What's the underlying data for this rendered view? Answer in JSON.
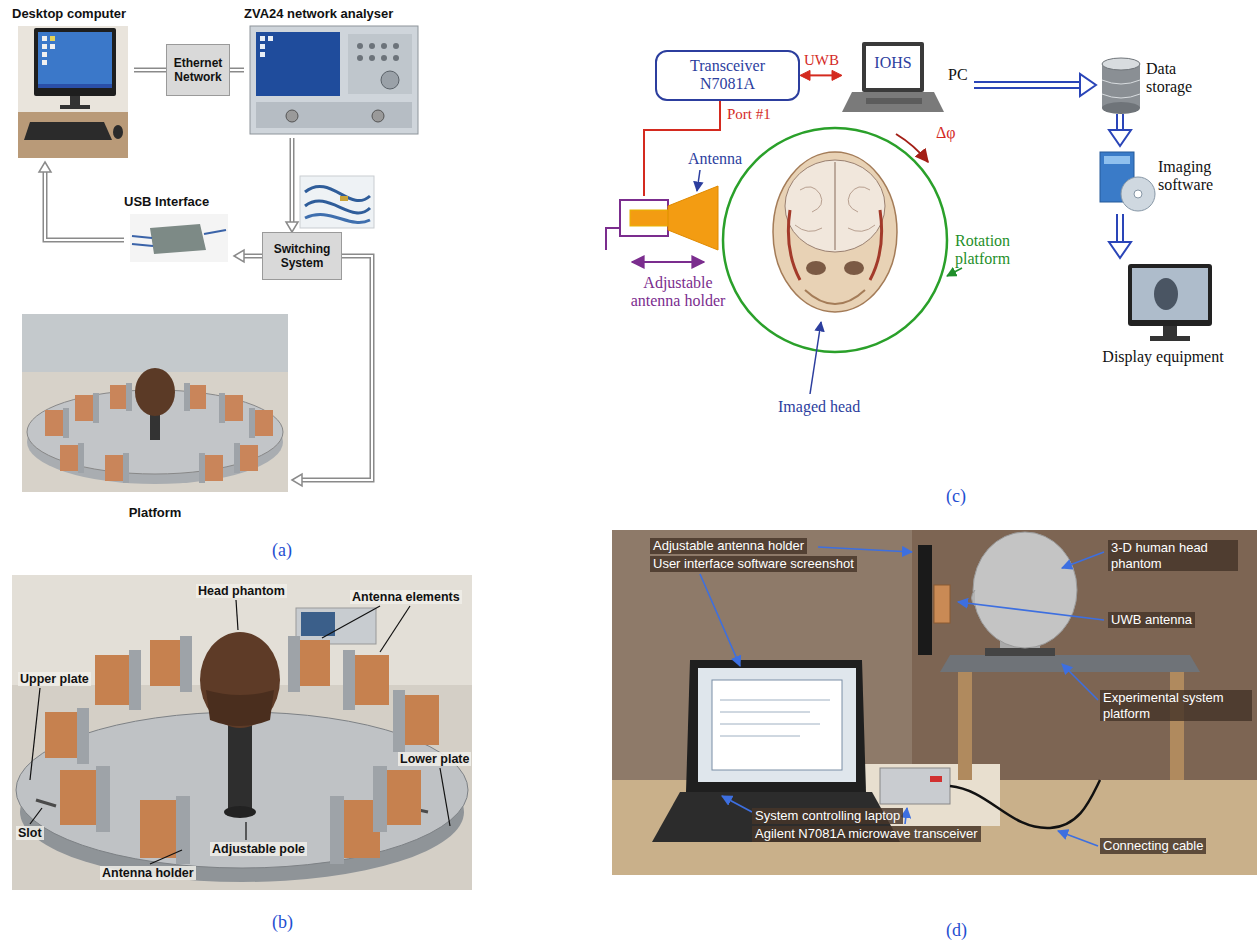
{
  "diagram": {
    "nodes": [
      {
        "text": [
          "Desktop computer"
        ]
      },
      {
        "text": [
          "Ethernet Network"
        ]
      },
      {
        "text": [
          "ZVA24 network analyser"
        ]
      },
      {
        "text": [
          "USB Interface"
        ]
      },
      {
        "text": [
          "Switching System"
        ]
      },
      {
        "text": [
          "Platform"
        ]
      },
      {
        "text": [
          "Transceiver N7081A"
        ]
      },
      {
        "text": [
          "IOHS",
          "PC"
        ]
      },
      {
        "text": [
          "Data storage"
        ]
      },
      {
        "text": [
          "Imaging software"
        ]
      },
      {
        "text": [
          "Display equipment"
        ]
      },
      {
        "text": [
          "Adjustable antenna holder"
        ]
      }
    ],
    "edges": [
      {
        "from": 0,
        "to": 1,
        "arrow": "none"
      },
      {
        "from": 1,
        "to": 2,
        "arrow": "none"
      },
      {
        "from": 2,
        "to": 4,
        "arrow": "to"
      },
      {
        "from": 4,
        "to": 3,
        "arrow": "to"
      },
      {
        "from": 3,
        "to": 0,
        "arrow": "to"
      },
      {
        "from": 4,
        "to": 5,
        "arrow": "to"
      },
      {
        "from": 6,
        "to": 7,
        "label": "UWB",
        "arrow": "both"
      },
      {
        "from": 6,
        "to": 11,
        "label": "Port #1",
        "arrow": "none"
      },
      {
        "from": 7,
        "to": 8,
        "arrow": "to"
      },
      {
        "from": 8,
        "to": 9,
        "arrow": "to"
      },
      {
        "from": 9,
        "to": 10,
        "arrow": "to"
      }
    ],
    "labels": [
      "(a)",
      "Head phantom",
      "Antenna elements",
      "Upper plate",
      "Lower plate",
      "Slot",
      "Antenna holder",
      "Adjustable pole",
      "(b)",
      "Antenna",
      "Δφ",
      "Rotation platform",
      "Imaged head",
      "(c)",
      "Adjustable antenna holder",
      "User interface software screenshot",
      "3-D human head phantom",
      "UWB antenna",
      "Experimental system platform",
      "System controlling laptop",
      "Agilent N7081A microwave transceiver",
      "Connecting cable",
      "(d)"
    ]
  }
}
